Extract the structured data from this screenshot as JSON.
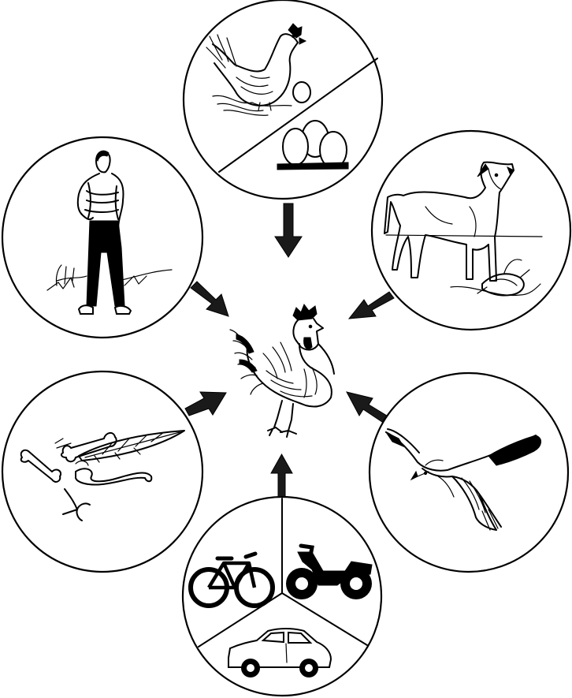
{
  "diagram": {
    "center": "rooster",
    "circles": [
      {
        "id": "hen-and-eggs",
        "content": [
          "hen-on-nest",
          "eggs"
        ]
      },
      {
        "id": "dog",
        "content": [
          "dog",
          "dead-bird"
        ]
      },
      {
        "id": "hawk",
        "content": [
          "hawk"
        ]
      },
      {
        "id": "vehicles",
        "content": [
          "bicycle",
          "motorcycle",
          "car"
        ]
      },
      {
        "id": "bones-and-feathers",
        "content": [
          "bones",
          "feather",
          "worm",
          "chicken-foot"
        ]
      },
      {
        "id": "man",
        "content": [
          "standing-man"
        ]
      }
    ],
    "arrow_direction": "toward-center",
    "colors": {
      "ink": "#000000",
      "background": "#ffffff"
    }
  }
}
